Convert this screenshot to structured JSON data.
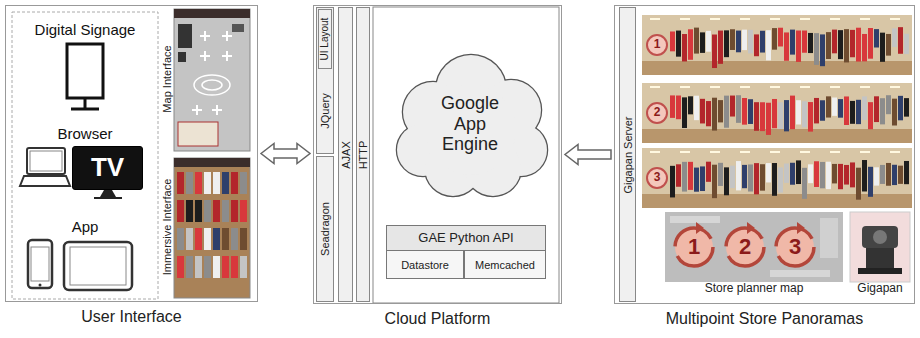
{
  "diagram": {
    "nodes": [
      {
        "text": [
          "User Interface"
        ]
      },
      {
        "text": [
          "TV"
        ],
        "in": 0
      },
      {
        "text": [
          "Map Interface"
        ],
        "in": 0
      },
      {
        "text": [
          "Immersive Interface"
        ],
        "in": 0
      },
      {
        "text": [
          "Cloud Platform"
        ]
      },
      {
        "text": [
          "JQuery"
        ],
        "in": 4
      },
      {
        "text": [
          "UI Layout"
        ],
        "in": 5
      },
      {
        "text": [
          "Seadragon"
        ],
        "in": 4
      },
      {
        "text": [
          "AJAX"
        ],
        "in": 4
      },
      {
        "text": [
          "HTTP"
        ],
        "in": 4
      },
      {
        "text": [
          "Google App Engine"
        ],
        "in": 4
      },
      {
        "text": [
          "GAE Python API"
        ],
        "in": 4
      },
      {
        "text": [
          "Datastore"
        ],
        "in": 11
      },
      {
        "text": [
          "Memcached"
        ],
        "in": 11
      },
      {
        "text": [
          "Multipoint Store Panoramas"
        ]
      },
      {
        "text": [
          "Gigapan Server"
        ],
        "in": 14
      },
      {
        "text": [
          "Store planner map"
        ],
        "in": 14
      },
      {
        "text": [
          "Gigapan"
        ],
        "in": 14
      }
    ],
    "edges": [
      {
        "from": 0,
        "to": 4,
        "arrow": "both"
      },
      {
        "from": 14,
        "to": 4,
        "arrow": "to"
      }
    ],
    "labels": [
      "Digital Signage",
      "Browser",
      "App",
      "1",
      "2",
      "3",
      "1",
      "2",
      "3"
    ]
  }
}
